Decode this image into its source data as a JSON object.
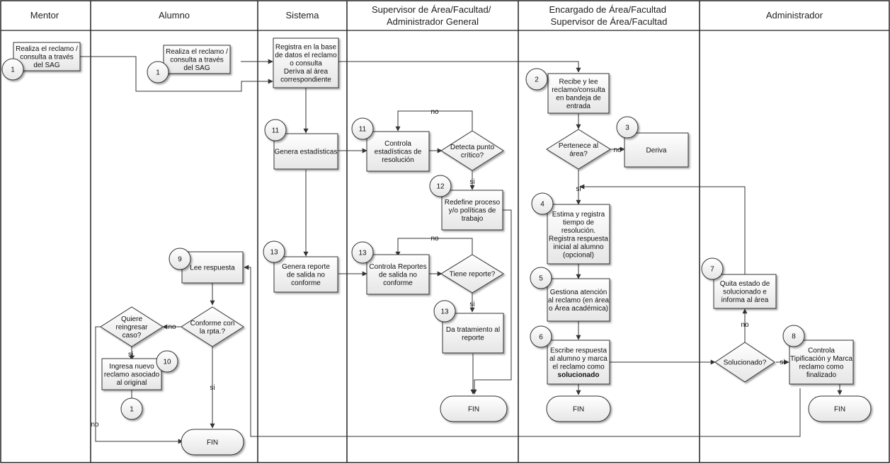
{
  "lanes": [
    {
      "id": "mentor",
      "title": [
        "Mentor"
      ]
    },
    {
      "id": "alumno",
      "title": [
        "Alumno"
      ]
    },
    {
      "id": "sistema",
      "title": [
        "Sistema"
      ]
    },
    {
      "id": "supervisor",
      "title": [
        "Supervisor de Área/Facultad/",
        "Administrador General"
      ]
    },
    {
      "id": "encargado",
      "title": [
        "Encargado de Área/Facultad",
        "Supervisor de Área/Facultad"
      ]
    },
    {
      "id": "admin",
      "title": [
        "Administrador"
      ]
    }
  ],
  "nodes": {
    "mentor_reclamo": {
      "type": "process",
      "lines": [
        "Realiza el reclamo /",
        "consulta a través",
        "del SAG"
      ],
      "num": "1"
    },
    "alumno_reclamo": {
      "type": "process",
      "lines": [
        "Realiza el reclamo /",
        "consulta a través",
        "del SAG"
      ],
      "num": "1"
    },
    "registra": {
      "type": "process",
      "lines": [
        "Registra en la base",
        "de datos el reclamo",
        "o consulta",
        "Deriva al área",
        "correspondiente"
      ]
    },
    "recibe": {
      "type": "process",
      "lines": [
        "Recibe y lee",
        "reclamo/consulta",
        "en bandeja de",
        "entrada"
      ],
      "num": "2"
    },
    "pertenece": {
      "type": "decision",
      "lines": [
        "Pertenece al",
        "área?"
      ]
    },
    "deriva": {
      "type": "process",
      "lines": [
        "Deriva"
      ],
      "num": "3"
    },
    "genera_est": {
      "type": "process",
      "lines": [
        "Genera estadísticas"
      ],
      "num": "11"
    },
    "controla_est": {
      "type": "process",
      "lines": [
        "Controla",
        "estadísticas de",
        "resolución"
      ],
      "num": "11"
    },
    "detecta": {
      "type": "decision",
      "lines": [
        "Detecta punto",
        "crítico?"
      ]
    },
    "redefine": {
      "type": "process",
      "lines": [
        "Redefine proceso",
        "y/o políticas de",
        "trabajo"
      ],
      "num": "12"
    },
    "estima": {
      "type": "process",
      "lines": [
        "Estima y registra",
        "tiempo de",
        "resolución.",
        "Registra  respuesta",
        "inicial al alumno",
        "(opcional)"
      ],
      "num": "4"
    },
    "genera_rep": {
      "type": "process",
      "lines": [
        "Genera reporte",
        "de salida no",
        "conforme"
      ],
      "num": "13"
    },
    "controla_rep": {
      "type": "process",
      "lines": [
        "Controla Reportes",
        "de salida no",
        "conforme"
      ],
      "num": "13"
    },
    "tiene_rep": {
      "type": "decision",
      "lines": [
        "Tiene reporte?"
      ]
    },
    "tratamiento": {
      "type": "process",
      "lines": [
        "Da tratamiento al",
        "reporte"
      ],
      "num": "13"
    },
    "lee": {
      "type": "process",
      "lines": [
        "Lee respuesta"
      ],
      "num": "9"
    },
    "conforme": {
      "type": "decision",
      "lines": [
        "Conforme con",
        "la rpta.?"
      ]
    },
    "quiere": {
      "type": "decision",
      "lines": [
        "Quiere",
        "reingresar",
        "caso?"
      ]
    },
    "ingresa": {
      "type": "process",
      "lines": [
        "Ingresa nuevo",
        "reclamo asociado",
        "al original"
      ],
      "num": "10"
    },
    "conn1": {
      "type": "connector",
      "text": "1"
    },
    "gestiona": {
      "type": "process",
      "lines": [
        "Gestiona atención",
        "al reclamo (en área",
        "o Área académica)"
      ],
      "num": "5"
    },
    "escribe": {
      "type": "process",
      "lines": [
        "Escribe respuesta",
        "al alumno y marca",
        "el reclamo como",
        "solucionado"
      ],
      "bold_last": true,
      "num": "6"
    },
    "solucionado": {
      "type": "decision",
      "lines": [
        "Solucionado?"
      ]
    },
    "quita": {
      "type": "process",
      "lines": [
        "Quita estado de",
        "solucionado e",
        "informa al área"
      ],
      "num": "7"
    },
    "controla_tip": {
      "type": "process",
      "lines": [
        "Controla",
        "Tipificación y Marca",
        "reclamo como",
        "finalizado"
      ],
      "num": "8"
    },
    "fin_alumno": {
      "type": "terminal",
      "lines": [
        "FIN"
      ]
    },
    "fin_sup": {
      "type": "terminal",
      "lines": [
        "FIN"
      ]
    },
    "fin_enc": {
      "type": "terminal",
      "lines": [
        "FIN"
      ]
    },
    "fin_admin": {
      "type": "terminal",
      "lines": [
        "FIN"
      ]
    }
  },
  "edge_labels": {
    "no": "no",
    "si": "si",
    "si_dot": "si."
  }
}
